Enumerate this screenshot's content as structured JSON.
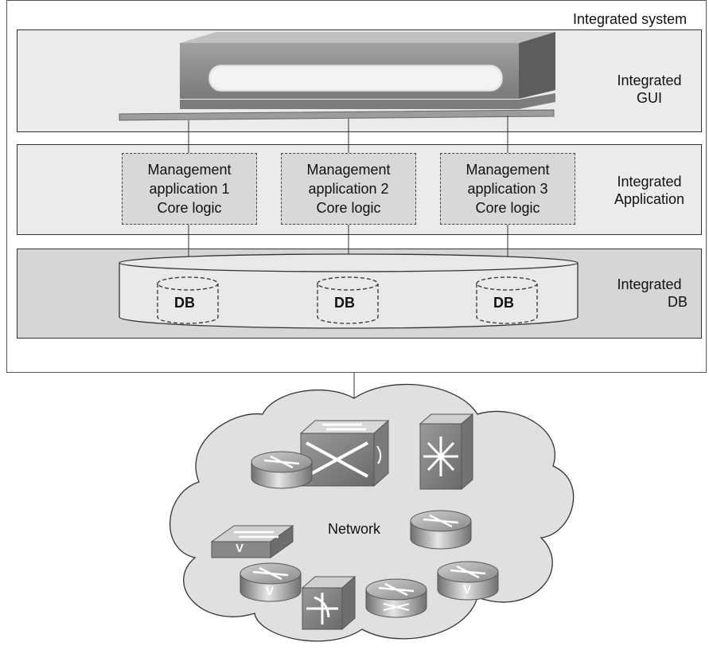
{
  "system": {
    "title": "Integrated system"
  },
  "layers": {
    "gui": {
      "label_line1": "Integrated",
      "label_line2": "GUI"
    },
    "application": {
      "label_line1": "Integrated",
      "label_line2": "Application"
    },
    "db": {
      "label_line1": "Integrated",
      "label_line2": "DB"
    }
  },
  "apps": [
    {
      "line1": "Management",
      "line2": "application 1",
      "line3": "Core logic"
    },
    {
      "line1": "Management",
      "line2": "application 2",
      "line3": "Core logic"
    },
    {
      "line1": "Management",
      "line2": "application 3",
      "line3": "Core logic"
    }
  ],
  "databases": [
    {
      "label": "DB"
    },
    {
      "label": "DB"
    },
    {
      "label": "DB"
    }
  ],
  "network": {
    "label": "Network"
  },
  "device_marks": {
    "voice_badge": "V"
  }
}
